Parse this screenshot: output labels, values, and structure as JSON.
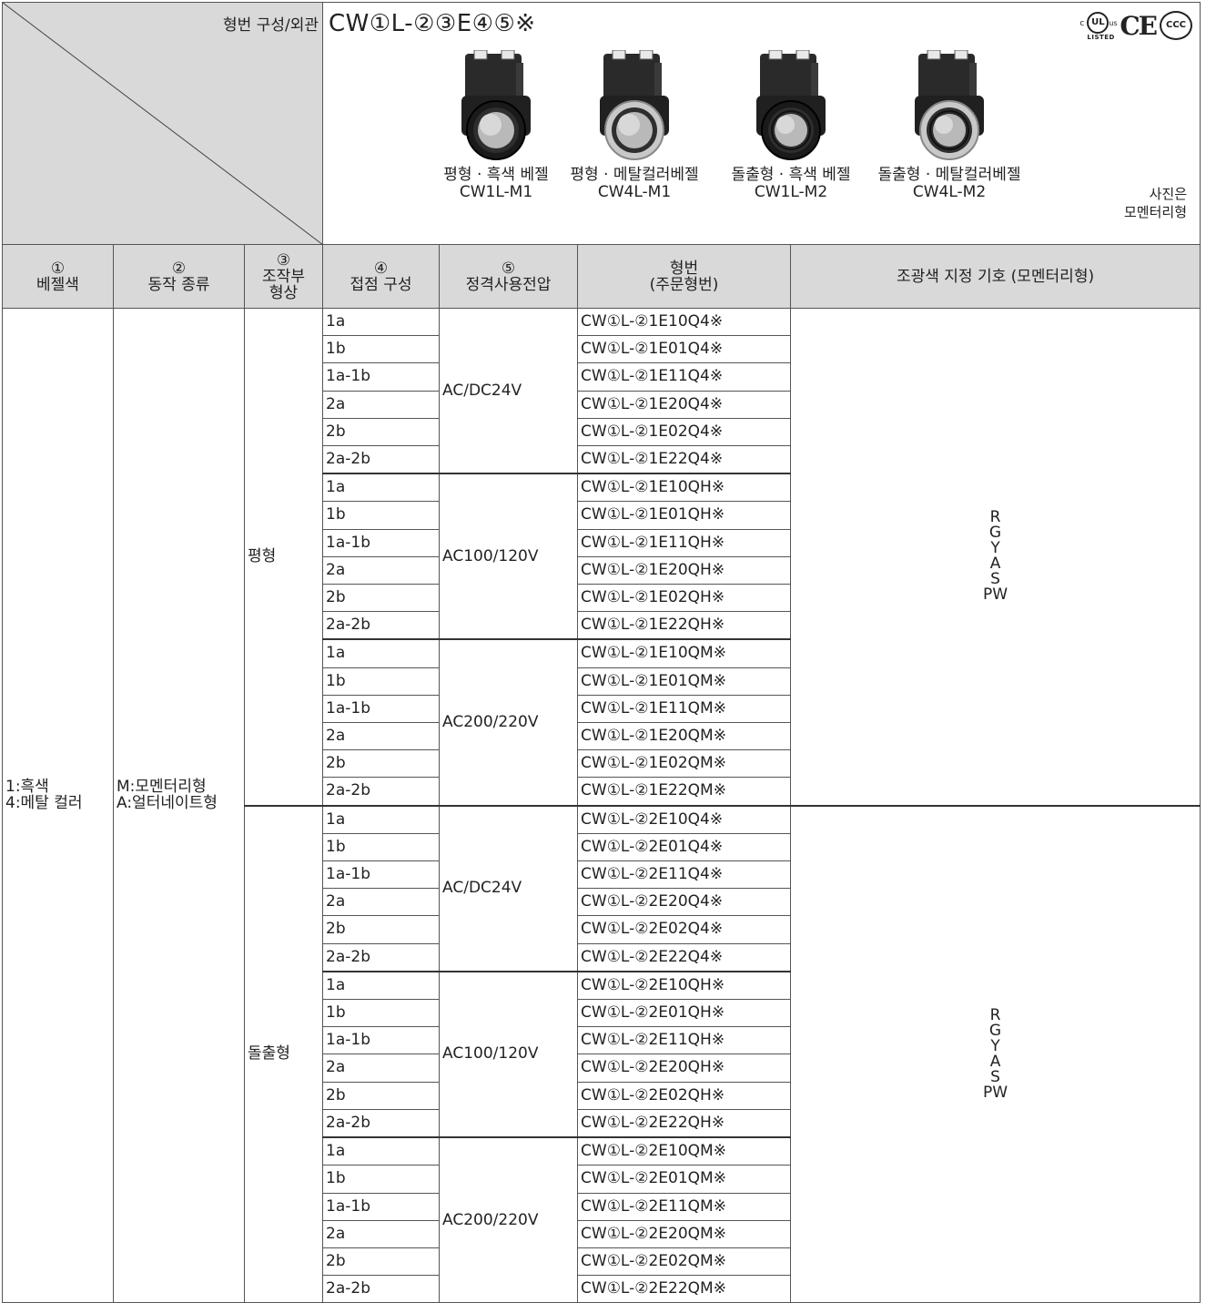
{
  "header": {
    "corner_label": "형번 구성/외관",
    "model_title": "CW①L-②③E④⑤※",
    "certs": {
      "ul_c": "c",
      "ul": "UL",
      "ul_us": "us",
      "ul_listed": "LISTED",
      "ce": "CE",
      "ccc": "CCC"
    },
    "products": [
      {
        "name": "평형 · 흑색 베젤",
        "code": "CW1L-M1",
        "bezel": "black",
        "projection": "flush"
      },
      {
        "name": "평형 · 메탈컬러베젤",
        "code": "CW4L-M1",
        "bezel": "metal",
        "projection": "flush"
      },
      {
        "name": "돌출형 · 흑색 베젤",
        "code": "CW1L-M2",
        "bezel": "black",
        "projection": "extended"
      },
      {
        "name": "돌출형 · 메탈컬러베젤",
        "code": "CW4L-M2",
        "bezel": "metal",
        "projection": "extended"
      }
    ],
    "photo_note_line1": "사진은",
    "photo_note_line2": "모멘터리형"
  },
  "columns": {
    "c1_num": "①",
    "c1": "베젤색",
    "c2_num": "②",
    "c2": "동작 종류",
    "c3_num": "③",
    "c3a": "조작부",
    "c3b": "형상",
    "c4_num": "④",
    "c4": "접점 구성",
    "c5_num": "⑤",
    "c5": "정격사용전압",
    "c6a": "형번",
    "c6b": "(주문형번)",
    "c7": "조광색 지정 기호 (모멘터리형)"
  },
  "bezel_colors": "1:흑색\n4:메탈 컬러",
  "operation_types": "M:모멘터리형\nA:얼터네이트형",
  "shapes": [
    {
      "name": "평형",
      "lights": "R\nG\nY\nA\nS\nPW",
      "voltages": [
        {
          "voltage": "AC/DC24V",
          "rows": [
            {
              "contact": "1a",
              "part": "CW①L-②1E10Q4※"
            },
            {
              "contact": "1b",
              "part": "CW①L-②1E01Q4※"
            },
            {
              "contact": "1a-1b",
              "part": "CW①L-②1E11Q4※"
            },
            {
              "contact": "2a",
              "part": "CW①L-②1E20Q4※"
            },
            {
              "contact": "2b",
              "part": "CW①L-②1E02Q4※"
            },
            {
              "contact": "2a-2b",
              "part": "CW①L-②1E22Q4※"
            }
          ]
        },
        {
          "voltage": "AC100/120V",
          "rows": [
            {
              "contact": "1a",
              "part": "CW①L-②1E10QH※"
            },
            {
              "contact": "1b",
              "part": "CW①L-②1E01QH※"
            },
            {
              "contact": "1a-1b",
              "part": "CW①L-②1E11QH※"
            },
            {
              "contact": "2a",
              "part": "CW①L-②1E20QH※"
            },
            {
              "contact": "2b",
              "part": "CW①L-②1E02QH※"
            },
            {
              "contact": "2a-2b",
              "part": "CW①L-②1E22QH※"
            }
          ]
        },
        {
          "voltage": "AC200/220V",
          "rows": [
            {
              "contact": "1a",
              "part": "CW①L-②1E10QM※"
            },
            {
              "contact": "1b",
              "part": "CW①L-②1E01QM※"
            },
            {
              "contact": "1a-1b",
              "part": "CW①L-②1E11QM※"
            },
            {
              "contact": "2a",
              "part": "CW①L-②1E20QM※"
            },
            {
              "contact": "2b",
              "part": "CW①L-②1E02QM※"
            },
            {
              "contact": "2a-2b",
              "part": "CW①L-②1E22QM※"
            }
          ]
        }
      ]
    },
    {
      "name": "돌출형",
      "lights": "R\nG\nY\nA\nS\nPW",
      "voltages": [
        {
          "voltage": "AC/DC24V",
          "rows": [
            {
              "contact": "1a",
              "part": "CW①L-②2E10Q4※"
            },
            {
              "contact": "1b",
              "part": "CW①L-②2E01Q4※"
            },
            {
              "contact": "1a-1b",
              "part": "CW①L-②2E11Q4※"
            },
            {
              "contact": "2a",
              "part": "CW①L-②2E20Q4※"
            },
            {
              "contact": "2b",
              "part": "CW①L-②2E02Q4※"
            },
            {
              "contact": "2a-2b",
              "part": "CW①L-②2E22Q4※"
            }
          ]
        },
        {
          "voltage": "AC100/120V",
          "rows": [
            {
              "contact": "1a",
              "part": "CW①L-②2E10QH※"
            },
            {
              "contact": "1b",
              "part": "CW①L-②2E01QH※"
            },
            {
              "contact": "1a-1b",
              "part": "CW①L-②2E11QH※"
            },
            {
              "contact": "2a",
              "part": "CW①L-②2E20QH※"
            },
            {
              "contact": "2b",
              "part": "CW①L-②2E02QH※"
            },
            {
              "contact": "2a-2b",
              "part": "CW①L-②2E22QH※"
            }
          ]
        },
        {
          "voltage": "AC200/220V",
          "rows": [
            {
              "contact": "1a",
              "part": "CW①L-②2E10QM※"
            },
            {
              "contact": "1b",
              "part": "CW①L-②2E01QM※"
            },
            {
              "contact": "1a-1b",
              "part": "CW①L-②2E11QM※"
            },
            {
              "contact": "2a",
              "part": "CW①L-②2E20QM※"
            },
            {
              "contact": "2b",
              "part": "CW①L-②2E02QM※"
            },
            {
              "contact": "2a-2b",
              "part": "CW①L-②2E22QM※"
            }
          ]
        }
      ]
    }
  ]
}
